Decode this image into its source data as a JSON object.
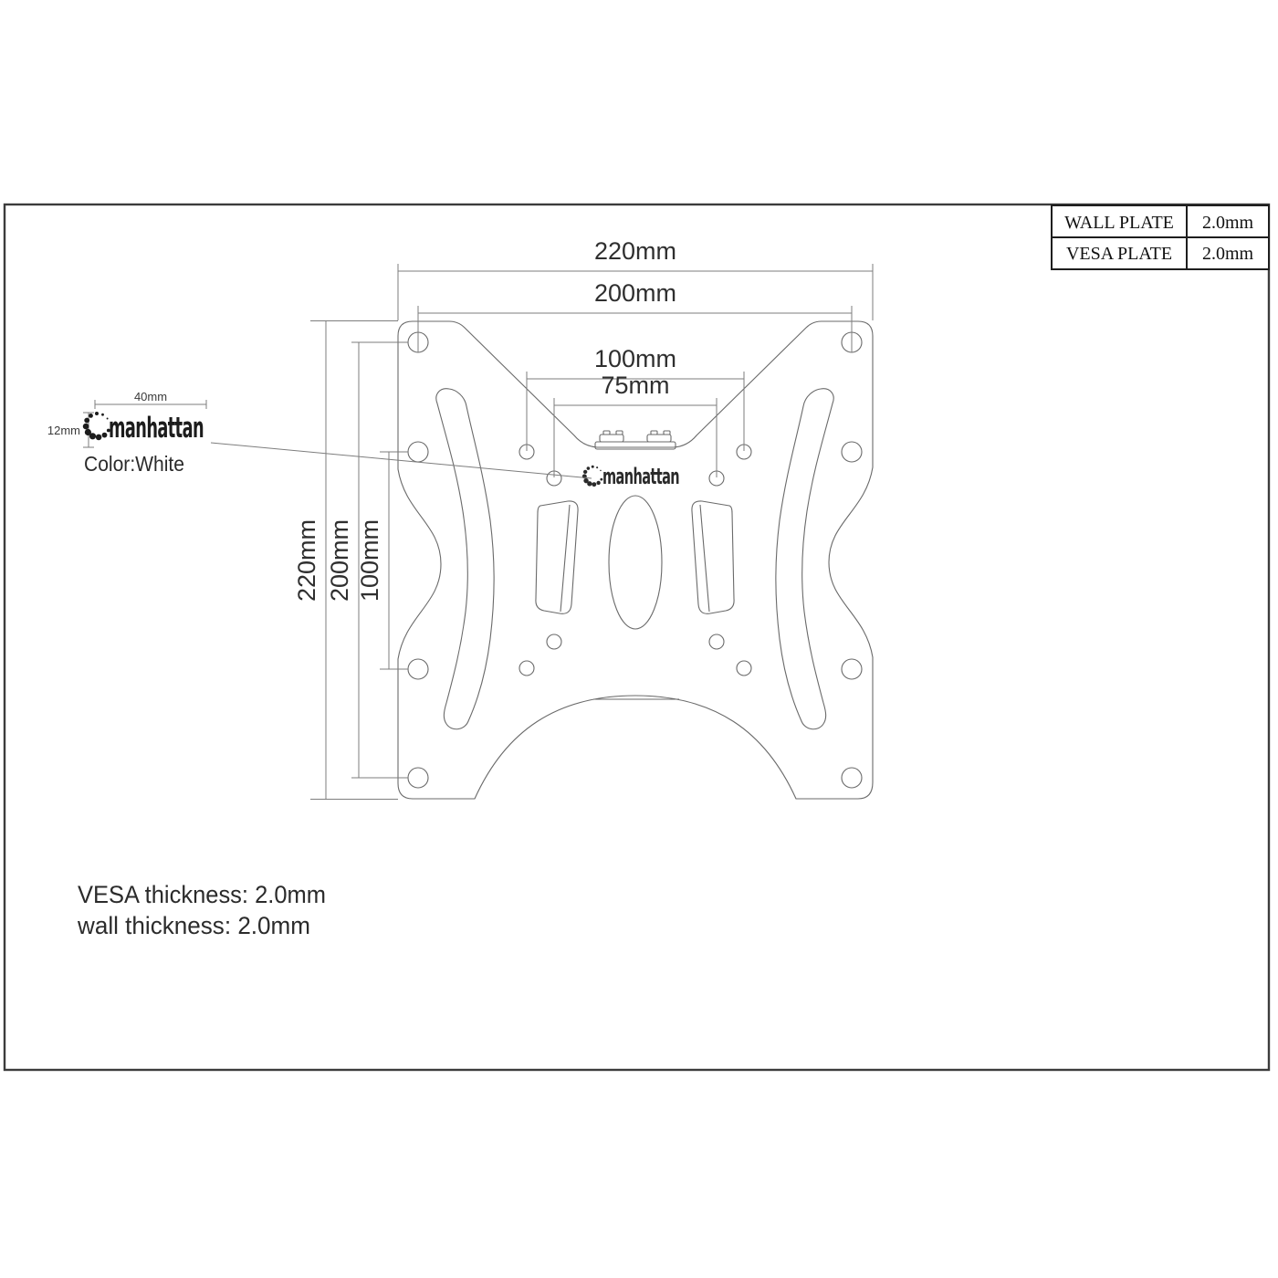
{
  "spec_table": {
    "rows": [
      {
        "label": "WALL PLATE",
        "value": "2.0mm"
      },
      {
        "label": "VESA PLATE",
        "value": "2.0mm"
      }
    ]
  },
  "brand_annotation": {
    "width_label": "40mm",
    "height_label": "12mm",
    "brand": "manhattan",
    "color_note": "Color:White"
  },
  "plate": {
    "brand_logo": "manhattan"
  },
  "dims": {
    "top": [
      {
        "label": "220mm"
      },
      {
        "label": "200mm"
      },
      {
        "label": "100mm"
      },
      {
        "label": "75mm"
      }
    ],
    "left": [
      {
        "label": "220mm"
      },
      {
        "label": "200mm"
      },
      {
        "label": "100mm"
      }
    ]
  },
  "notes": {
    "vesa": "VESA thickness: 2.0mm",
    "wall": "wall thickness: 2.0mm"
  },
  "colors": {
    "line": "#6a6a6a",
    "dim_line": "#7d7d7d",
    "border": "#3c3c3c",
    "table_line": "#1e1e1e",
    "text": "#2f2f2f",
    "background": "#ffffff"
  }
}
